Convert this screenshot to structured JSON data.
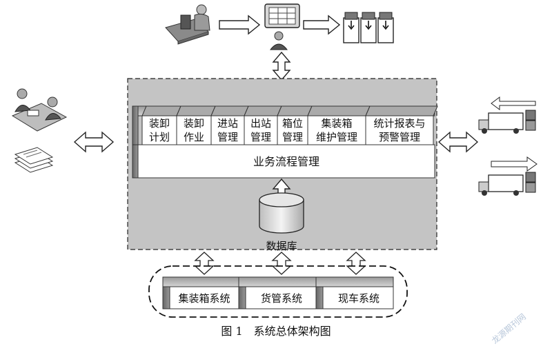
{
  "modules": [
    {
      "line1": "装卸",
      "line2": "计划"
    },
    {
      "line1": "装卸",
      "line2": "作业"
    },
    {
      "line1": "进站",
      "line2": "管理"
    },
    {
      "line1": "出站",
      "line2": "管理"
    },
    {
      "line1": "箱位",
      "line2": "管理"
    },
    {
      "line1": "集装箱",
      "line2": "维护管理"
    },
    {
      "line1": "统计报表与",
      "line2": "预警管理"
    }
  ],
  "process_label": "业务流程管理",
  "database_label": "数据库",
  "external_systems": [
    "集装箱系统",
    "货管系统",
    "现车系统"
  ],
  "caption": "图 1　系统总体架构图",
  "watermark": "龙源期刊网"
}
